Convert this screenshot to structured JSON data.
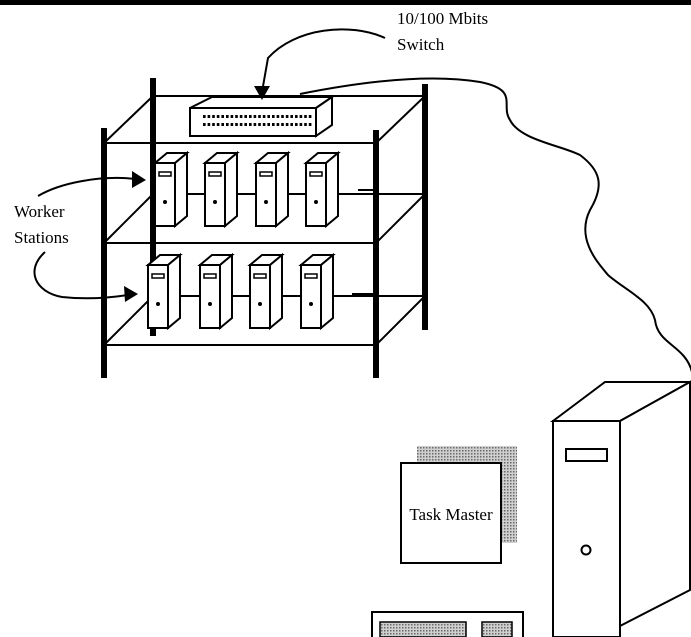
{
  "labels": {
    "switch_line1": "10/100 Mbits",
    "switch_line2": "Switch",
    "workers_line1": "Worker",
    "workers_line2": "Stations",
    "task_master": "Task Master"
  },
  "colors": {
    "ink": "#000000",
    "shadow": "#9a9a9a",
    "background": "#ffffff"
  }
}
